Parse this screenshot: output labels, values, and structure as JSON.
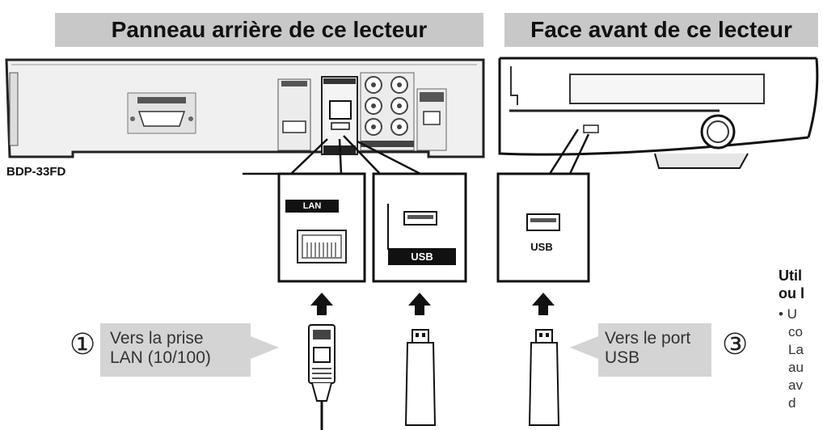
{
  "headers": {
    "rear": "Panneau arrière de ce lecteur",
    "front": "Face avant de ce lecteur"
  },
  "model": "BDP-33FD",
  "ports": {
    "lan_label": "LAN (10/100)",
    "usb_rear_label": "USB",
    "usb_front_label": "USB"
  },
  "callouts": {
    "one": {
      "number": "①",
      "text": "Vers la prise\nLAN (10/100)"
    },
    "three": {
      "number": "③",
      "text": "Vers le port\nUSB"
    }
  },
  "side_text": {
    "title_lines": [
      "Util",
      "ou l"
    ],
    "body_lines": [
      "• U",
      "co",
      "La",
      "au",
      "av",
      "d"
    ]
  },
  "colors": {
    "header_bg": "#c8c8c8",
    "callout_bg": "#d4d4d4",
    "line": "#111111"
  }
}
